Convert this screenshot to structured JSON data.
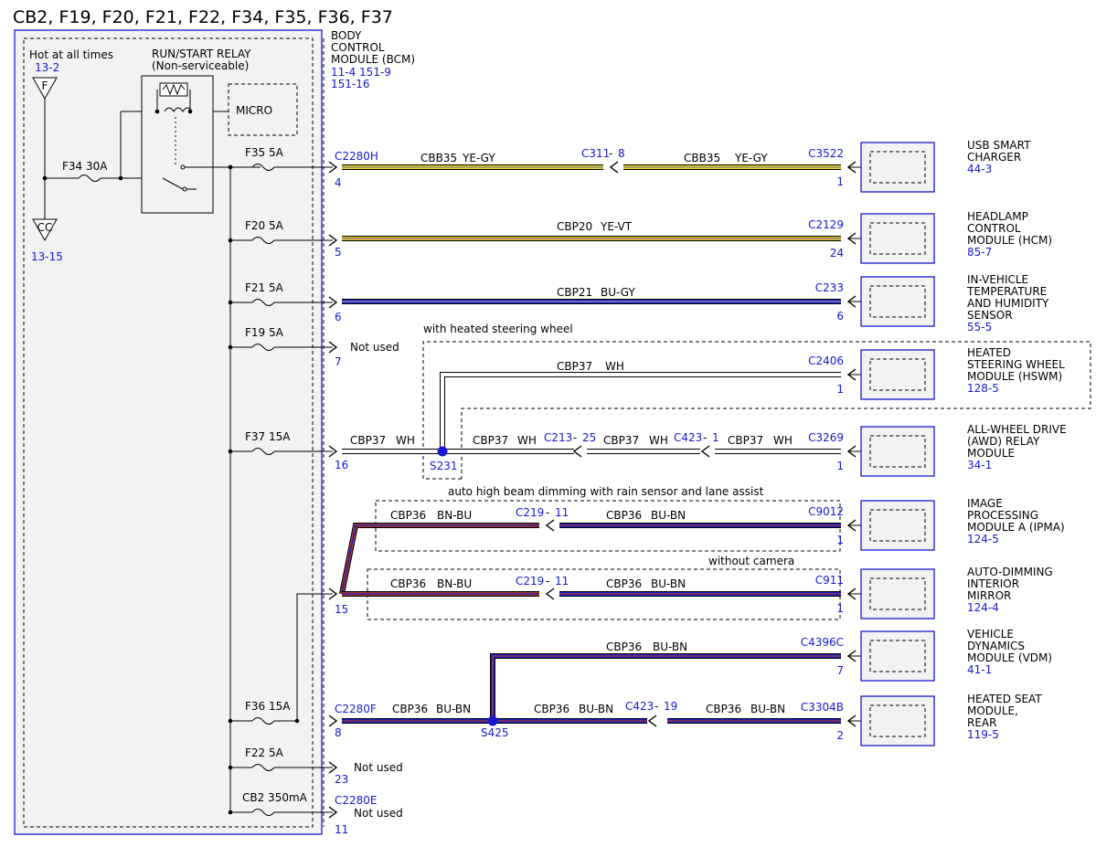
{
  "title": "CB2, F19, F20, F21, F22, F34, F35, F36, F37",
  "bcm": {
    "name_lines": [
      "BODY",
      "CONTROL",
      "MODULE (BCM)"
    ],
    "ref_lines": [
      "11-4   151-9",
      "151-16"
    ]
  },
  "power": {
    "hot_label": "Hot at all times",
    "hot_ref": "13-2",
    "hot_symbol": "F",
    "ground_symbol": "CC",
    "ground_ref": "13-15",
    "relay_title": "RUN/START RELAY",
    "relay_note": "(Non-serviceable)",
    "micro": "MICRO",
    "fuse_main": "F34   30A"
  },
  "fuses": [
    {
      "label": "F35   5A"
    },
    {
      "label": "F20   5A"
    },
    {
      "label": "F21   5A"
    },
    {
      "label": "F19   5A"
    },
    {
      "label": "F37   15A"
    },
    {
      "label": "F36   15A"
    },
    {
      "label": "F22   5A"
    },
    {
      "label": "CB2   350mA"
    }
  ],
  "bcm_pins": [
    "C2280H",
    "4",
    "5",
    "6",
    "7",
    "16",
    "15",
    "C2280F",
    "8",
    "23",
    "C2280E",
    "11"
  ],
  "not_used": "Not used",
  "wires": [
    {
      "circuit": "CBB35",
      "color_code": "YE-GY"
    },
    {
      "circuit": "CBP20",
      "color_code": "YE-VT"
    },
    {
      "circuit": "CBP21",
      "color_code": "BU-GY"
    },
    {
      "circuit": "CBP37",
      "color_code": "WH"
    },
    {
      "circuit": "CBP36",
      "color_code": "BN-BU"
    },
    {
      "circuit": "CBP36",
      "color_code": "BU-BN"
    }
  ],
  "inline_connectors": [
    "C311",
    "8",
    "C213",
    "25",
    "C423",
    "1",
    "C219",
    "11",
    "C423",
    "19"
  ],
  "splices": [
    "S231",
    "S425"
  ],
  "option_notes": {
    "heated_wheel": "with heated steering wheel",
    "rain_sensor": "auto high beam dimming with rain sensor  and lane assist",
    "no_camera": "without camera"
  },
  "devices": [
    {
      "connector": "C3522",
      "pin": "1",
      "name_lines": [
        "USB SMART",
        "CHARGER"
      ],
      "ref": "44-3"
    },
    {
      "connector": "C2129",
      "pin": "24",
      "name_lines": [
        "HEADLAMP",
        "CONTROL",
        "MODULE (HCM)"
      ],
      "ref": "85-7"
    },
    {
      "connector": "C233",
      "pin": "6",
      "name_lines": [
        "IN-VEHICLE",
        "TEMPERATURE",
        "AND HUMIDITY",
        "SENSOR"
      ],
      "ref": "55-5"
    },
    {
      "connector": "C2406",
      "pin": "1",
      "name_lines": [
        "HEATED",
        "STEERING WHEEL",
        "MODULE (HSWM)"
      ],
      "ref": "128-5"
    },
    {
      "connector": "C3269",
      "pin": "1",
      "name_lines": [
        "ALL-WHEEL DRIVE",
        "(AWD) RELAY",
        "MODULE"
      ],
      "ref": "34-1"
    },
    {
      "connector": "C9012",
      "pin": "1",
      "name_lines": [
        "IMAGE",
        "PROCESSING",
        "MODULE A (IPMA)"
      ],
      "ref": "124-5"
    },
    {
      "connector": "C911",
      "pin": "1",
      "name_lines": [
        "AUTO-DIMMING",
        "INTERIOR",
        "MIRROR"
      ],
      "ref": "124-4"
    },
    {
      "connector": "C4396C",
      "pin": "7",
      "name_lines": [
        "VEHICLE",
        "DYNAMICS",
        "MODULE (VDM)"
      ],
      "ref": "41-1"
    },
    {
      "connector": "C3304B",
      "pin": "2",
      "name_lines": [
        "HEATED SEAT",
        "MODULE,",
        "REAR"
      ],
      "ref": "119-5"
    }
  ],
  "colors": {
    "connector_blue": "#1818d0",
    "wire_yellow": "#e9d11d",
    "wire_blue": "#1c1ccc",
    "wire_brown": "#a3382a",
    "wire_white": "#ffffff",
    "module_fill": "#f2f2f2"
  }
}
